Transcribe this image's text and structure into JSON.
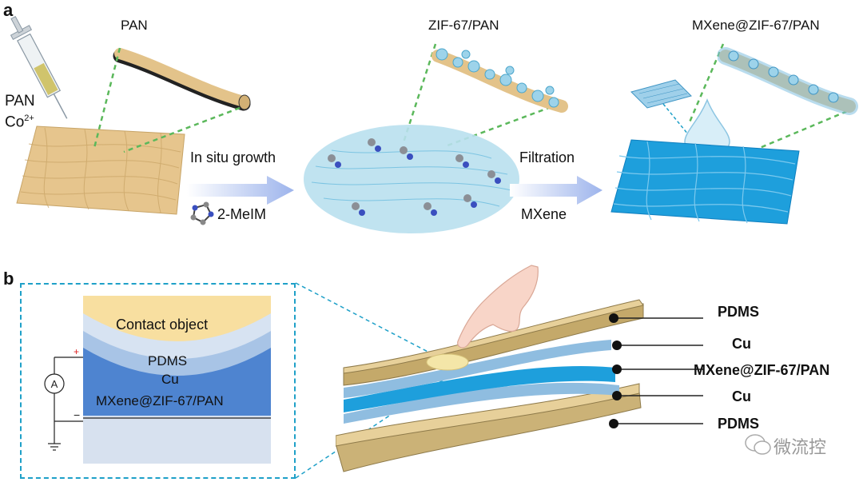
{
  "panel_a": {
    "letter": "a",
    "pan_title": "PAN",
    "zif_title": "ZIF-67/PAN",
    "mxene_title": "MXene@ZIF-67/PAN",
    "precursor_line1": "PAN",
    "precursor_line2": "Co",
    "precursor_sup": "2+",
    "step1_label": "In situ growth",
    "reagent1_label": "2-MeIM",
    "step2_label": "Filtration",
    "reagent2_label": "MXene"
  },
  "panel_b": {
    "letter": "b",
    "cross_section": {
      "contact_object": "Contact object",
      "pdms": "PDMS",
      "cu": "Cu",
      "mxene": "MXene@ZIF-67/PAN",
      "ammeter": "A",
      "plus": "+",
      "minus": "−"
    },
    "layers": [
      "PDMS",
      "Cu",
      "MXene@ZIF-67/PAN",
      "Cu",
      "PDMS"
    ]
  },
  "watermark": "微流控",
  "colors": {
    "pan": "#e8c98f",
    "zif": "#9dd3ea",
    "mxene_blue": "#1e9fdc",
    "arrow": "#9db4ec",
    "dashed_green": "#5bb85b",
    "dashed_blue": "#1ea0c8",
    "contact": "#f8dfa0",
    "pdms_layer": "#d7e3f2",
    "cu_layer": "#a8c4e6",
    "mxene_layer": "#4e84d0"
  }
}
